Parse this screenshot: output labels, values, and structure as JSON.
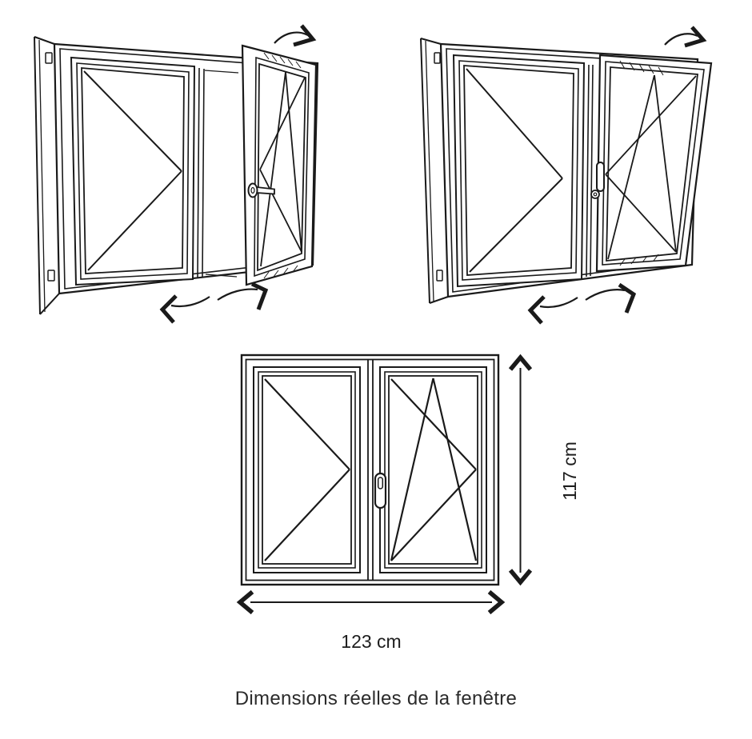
{
  "colors": {
    "background": "#ffffff",
    "line": "#1a1a1a",
    "text": "#2b2b2b"
  },
  "front_view": {
    "height_label": "117 cm",
    "width_label": "123 cm"
  },
  "caption": "Dimensions réelles de la fenêtre"
}
